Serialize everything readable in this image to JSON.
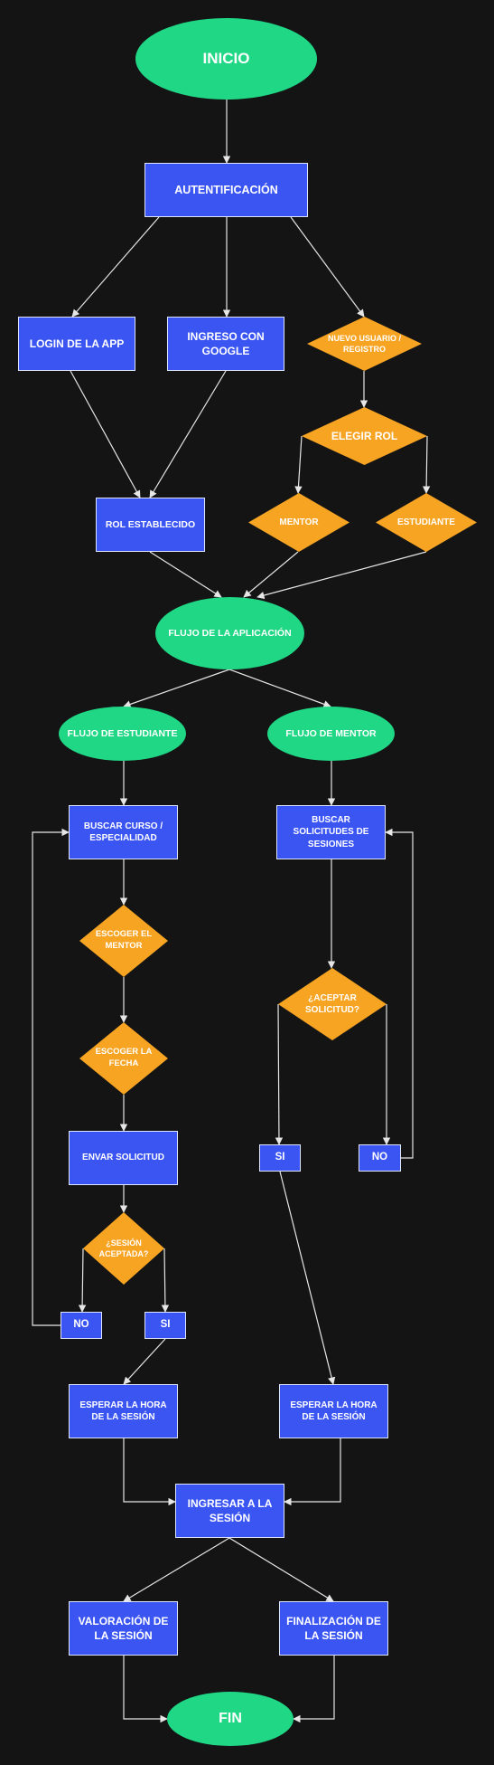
{
  "colors": {
    "background": "#141414",
    "process": "#3b55f2",
    "terminal": "#1fd784",
    "decision": "#f7a423",
    "edge": "#e6e6e6"
  },
  "nodes": {
    "inicio": "INICIO",
    "autentificacion": "AUTENTIFICACIÓN",
    "login_app": "LOGIN DE LA APP",
    "ingreso_google": "INGRESO CON GOOGLE",
    "nuevo_usuario": "NUEVO USUARIO / REGISTRO",
    "elegir_rol": "ELEGIR ROL",
    "rol_establecido": "ROL ESTABLECIDO",
    "mentor": "MENTOR",
    "estudiante": "ESTUDIANTE",
    "flujo_aplicacion": "FLUJO DE LA APLICACIÓN",
    "flujo_estudiante": "FLUJO DE ESTUDIANTE",
    "flujo_mentor": "FLUJO DE MENTOR",
    "buscar_curso": "BUSCAR CURSO / ESPECIALIDAD",
    "buscar_solicitudes": "BUSCAR SOLICITUDES DE SESIONES",
    "escoger_mentor": "ESCOGER EL MENTOR",
    "aceptar_solicitud": "¿ACEPTAR SOLICITUD?",
    "escoger_fecha": "ESCOGER LA FECHA",
    "enviar_solicitud": "ENVAR SOLICITUD",
    "si_mentor": "SI",
    "no_mentor": "NO",
    "sesion_aceptada": "¿SESIÓN ACEPTADA?",
    "no_estudiante": "NO",
    "si_estudiante": "SI",
    "esperar_estudiante": "ESPERAR LA HORA DE LA SESIÓN",
    "esperar_mentor": "ESPERAR LA HORA DE LA SESIÓN",
    "ingresar_sesion": "INGRESAR A LA SESIÓN",
    "valoracion": "VALORACIÓN DE LA SESIÓN",
    "finalizacion": "FINALIZACIÓN DE LA SESIÓN",
    "fin": "FIN"
  }
}
